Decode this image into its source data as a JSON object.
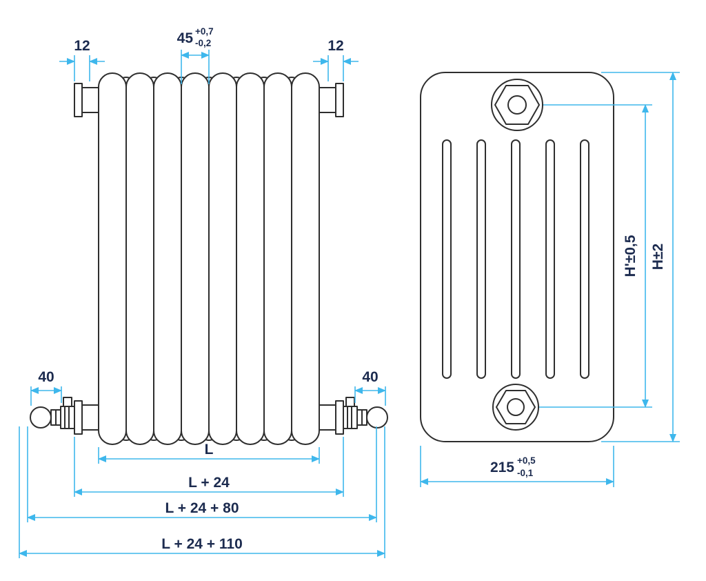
{
  "colors": {
    "outline": "#2e2e2e",
    "dimension_line": "#3eb7ec",
    "label_text": "#1c2b4f",
    "background": "#ffffff"
  },
  "front_view": {
    "dim_tapping_left": "12",
    "dim_tapping_right": "12",
    "dim_pitch": "45",
    "dim_pitch_tol_upper": "+0,7",
    "dim_pitch_tol_lower": "-0,2",
    "dim_valve_left": "40",
    "dim_valve_right": "40",
    "dim_length": "L",
    "dim_length_24": "L + 24",
    "dim_length_24_80": "L + 24 + 80",
    "dim_length_24_110": "L + 24 + 110"
  },
  "side_view": {
    "dim_height_inner": "H'±0,5",
    "dim_height_outer": "H±2",
    "dim_depth": "215",
    "dim_depth_tol_upper": "+0,5",
    "dim_depth_tol_lower": "-0,1"
  }
}
